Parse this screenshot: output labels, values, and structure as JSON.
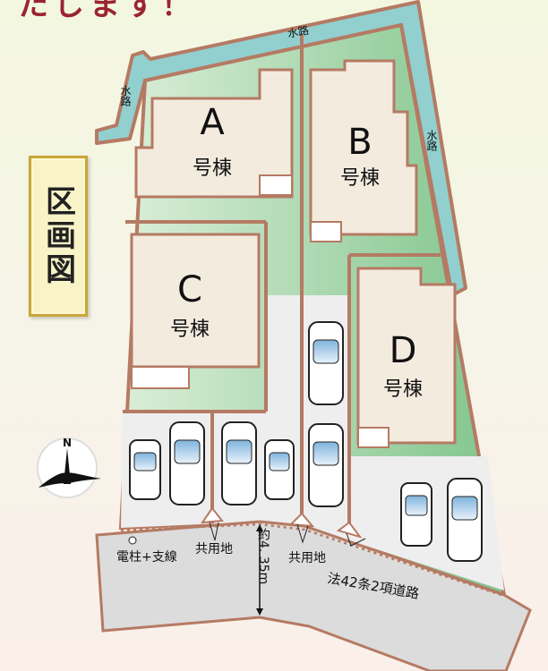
{
  "heading_fragment": "たします！",
  "title": "区画図",
  "lots": [
    {
      "letter": "A",
      "suffix": "号棟"
    },
    {
      "letter": "B",
      "suffix": "号棟"
    },
    {
      "letter": "C",
      "suffix": "号棟"
    },
    {
      "letter": "D",
      "suffix": "号棟"
    }
  ],
  "labels": {
    "waterway": "水路",
    "utility_pole": "電柱+支線",
    "shared_land": "共用地",
    "road_width": "約4. 35m",
    "road": "法42条2項道路",
    "compass": "N"
  },
  "colors": {
    "boundary": "#b57a63",
    "water": "#92cfcf",
    "lawn": "#9fd3a5",
    "building": "#f4ebdf",
    "paving": "#eeeeee",
    "road": "#dcdcdc"
  }
}
